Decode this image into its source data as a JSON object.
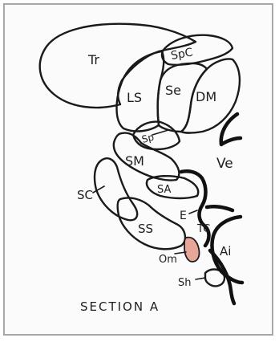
{
  "figure": {
    "caption": "SECTION A",
    "om_fill": "#e8a59a",
    "labels": {
      "tr": "Tr",
      "spc": "SpC",
      "ls": "LS",
      "se": "Se",
      "dm": "DM",
      "sp": "Sp",
      "sm": "SM",
      "ve": "Ve",
      "sc": "SC",
      "sa": "SA",
      "e": "E",
      "ss": "SS",
      "tc": "TC",
      "ai": "Ai",
      "om": "Om",
      "sh": "Sh"
    }
  }
}
